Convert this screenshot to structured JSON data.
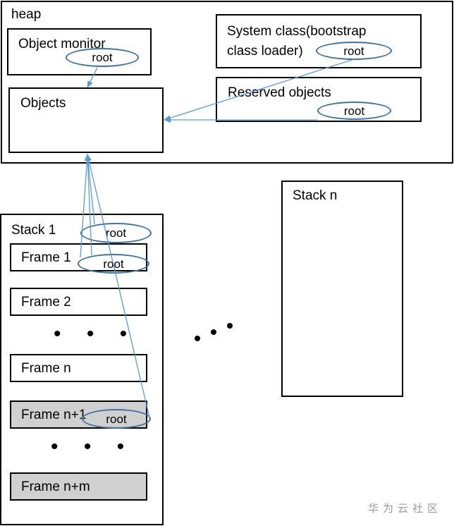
{
  "heap": {
    "title": "heap",
    "object_monitor": {
      "label": "Object monitor",
      "root": "root"
    },
    "system_class": {
      "label": "System class(bootstrap class loader)",
      "root": "root"
    },
    "objects": {
      "label": "Objects"
    },
    "reserved_objects": {
      "label": "Reserved objects",
      "root": "root"
    }
  },
  "stack1": {
    "title": "Stack 1",
    "root": "root",
    "frames": [
      {
        "label": "Frame 1",
        "root": "root"
      },
      {
        "label": "Frame 2"
      },
      {
        "label": "Frame n"
      },
      {
        "label": "Frame n+1",
        "root": "root"
      },
      {
        "label": "Frame n+m"
      }
    ]
  },
  "stack_n": {
    "title": "Stack n"
  },
  "ellipsis": "• • •",
  "watermark": "华为云社区",
  "colors": {
    "arrow": "#5b9bd5",
    "ellipse": "#41719c",
    "gray_frame": "#d0d0d0"
  }
}
